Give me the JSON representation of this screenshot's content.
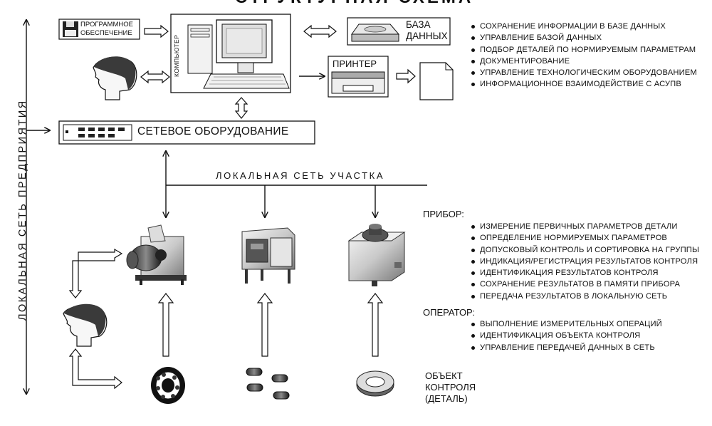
{
  "title_cropped": "СТРУКТУРНАЯ СХЕМА",
  "enterprise_network_label": "ЛОКАЛЬНАЯ СЕТЬ ПРЕДПРИЯТИЯ",
  "software": {
    "line1": "ПРОГРАММНОЕ",
    "line2": "ОБЕСПЕЧЕНИЕ"
  },
  "computer_label": "КОМПЬЮТЕР",
  "database": {
    "line1": "БАЗА",
    "line2": "ДАННЫХ"
  },
  "printer_label": "ПРИНТЕР",
  "network_equipment_label": "СЕТЕВОЕ ОБОРУДОВАНИЕ",
  "local_network_label": "ЛОКАЛЬНАЯ СЕТЬ УЧАСТКА",
  "computer_functions": [
    "СОХРАНЕНИЕ ИНФОРМАЦИИ В БАЗЕ ДАННЫХ",
    "УПРАВЛЕНИЕ БАЗОЙ ДАННЫХ",
    "ПОДБОР ДЕТАЛЕЙ ПО НОРМИРУЕМЫМ ПАРАМЕТРАМ",
    "ДОКУМЕНТИРОВАНИЕ",
    "УПРАВЛЕНИЕ ТЕХНОЛОГИЧЕСКИМ ОБОРУДОВАНИЕМ",
    "ИНФОРМАЦИОННОЕ ВЗАИМОДЕЙСТВИЕ С АСУПВ"
  ],
  "device": {
    "heading": "ПРИБОР:",
    "functions": [
      "ИЗМЕРЕНИЕ ПЕРВИЧНЫХ ПАРАМЕТРОВ ДЕТАЛИ",
      "ОПРЕДЕЛЕНИЕ НОРМИРУЕМЫХ ПАРАМЕТРОВ",
      "ДОПУСКОВЫЙ КОНТРОЛЬ И СОРТИРОВКА НА ГРУППЫ",
      "ИНДИКАЦИЯ/РЕГИСТРАЦИЯ РЕЗУЛЬТАТОВ КОНТРОЛЯ",
      "ИДЕНТИФИКАЦИЯ РЕЗУЛЬТАТОВ КОНТРОЛЯ",
      "СОХРАНЕНИЕ РЕЗУЛЬТАТОВ В ПАМЯТИ ПРИБОРА",
      "ПЕРЕДАЧА РЕЗУЛЬТАТОВ В ЛОКАЛЬНУЮ СЕТЬ"
    ]
  },
  "operator": {
    "heading": "ОПЕРАТОР:",
    "functions": [
      "ВЫПОЛНЕНИЕ ИЗМЕРИТЕЛЬНЫХ ОПЕРАЦИЙ",
      "ИДЕНТИФИКАЦИЯ ОБЪЕКТА КОНТРОЛЯ",
      "УПРАВЛЕНИЕ ПЕРЕДАЧЕЙ ДАННЫХ В СЕТЬ"
    ]
  },
  "object_label": {
    "line1": "ОБЪЕКТ",
    "line2": "КОНТРОЛЯ",
    "line3": "(ДЕТАЛЬ)"
  }
}
